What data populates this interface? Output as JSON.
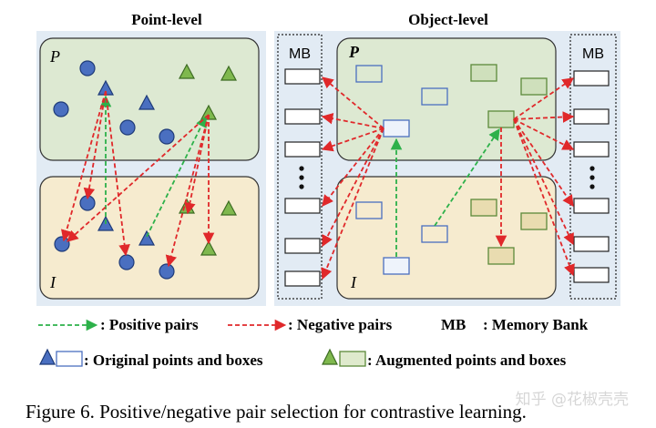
{
  "headers": {
    "point_level": "Point-level",
    "object_level": "Object-level"
  },
  "labels": {
    "p_point": "P",
    "i_point": "I",
    "p_object": "P",
    "i_object": "I",
    "mb_left": "MB",
    "mb_right": "MB"
  },
  "legend": {
    "positive": ": Positive pairs",
    "negative": ": Negative pairs",
    "mb_abbrev": "MB",
    "mb_full": ": Memory Bank",
    "original": ": Original points and boxes",
    "augmented": ": Augmented points and boxes"
  },
  "caption": "Figure 6. Positive/negative pair selection for contrastive learning.",
  "watermark": "知乎 @花椒壳壳",
  "colors": {
    "blue": "#4a6fc0",
    "green": "#7fb84e",
    "positive": "#2db14a",
    "negative": "#e0282a",
    "p_panel": "#dde9d2",
    "i_panel": "#f6ebcf",
    "bg_panel": "#e2ebf4"
  }
}
